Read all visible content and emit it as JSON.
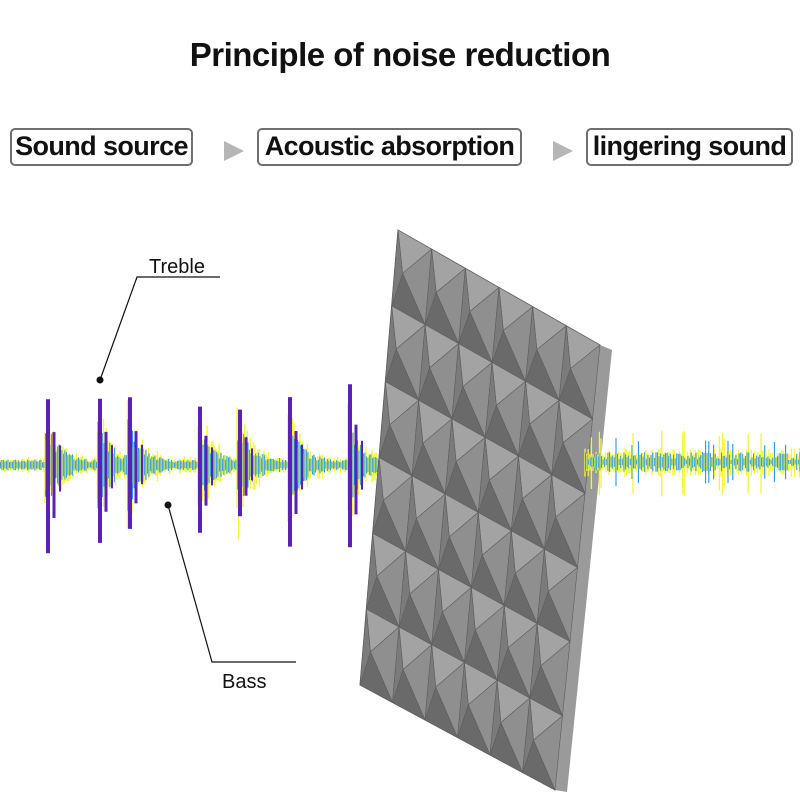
{
  "title": "Principle of noise reduction",
  "steps": [
    "Sound source",
    "Acoustic absorption",
    "lingering sound"
  ],
  "labels": {
    "treble": "Treble",
    "bass": "Bass"
  },
  "colors": {
    "wave_purple": "#5b21b6",
    "wave_blue": "#2196f3",
    "wave_yellow": "#f5f53a",
    "foam_gray": "#8a8a8a",
    "arrow_gray": "#b6b6b6"
  },
  "icons": {
    "panel": "acoustic-foam-panel-icon",
    "arrow": "arrow-right-icon"
  }
}
